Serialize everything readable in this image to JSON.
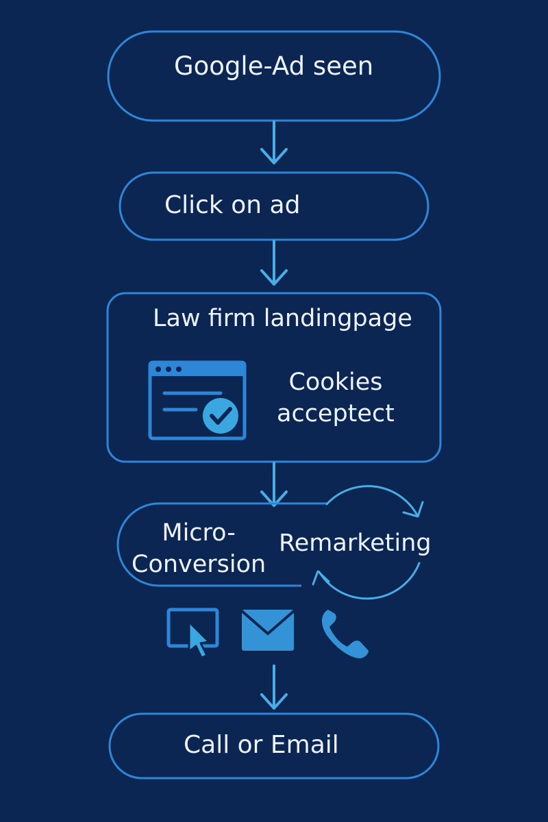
{
  "diagram": {
    "nodes": {
      "ad_seen": "Google-Ad seen",
      "click": "Click on ad",
      "landing": "Law firm landingpage",
      "cookies_line1": "Cookies",
      "cookies_line2": "acceptect",
      "micro_line1": "Micro-",
      "micro_line2": "Conversion",
      "remarketing": "Remarketing",
      "final": "Call or Email"
    },
    "icons": {
      "browser": "browser-window-checkmark-icon",
      "cursor": "screen-cursor-icon",
      "email": "envelope-icon",
      "phone": "phone-icon",
      "cycle": "circular-arrows-icon"
    },
    "colors": {
      "background": "#0b2653",
      "outline": "#2f86d6",
      "arrow": "#4aaee6",
      "text": "#eef3fb"
    }
  }
}
